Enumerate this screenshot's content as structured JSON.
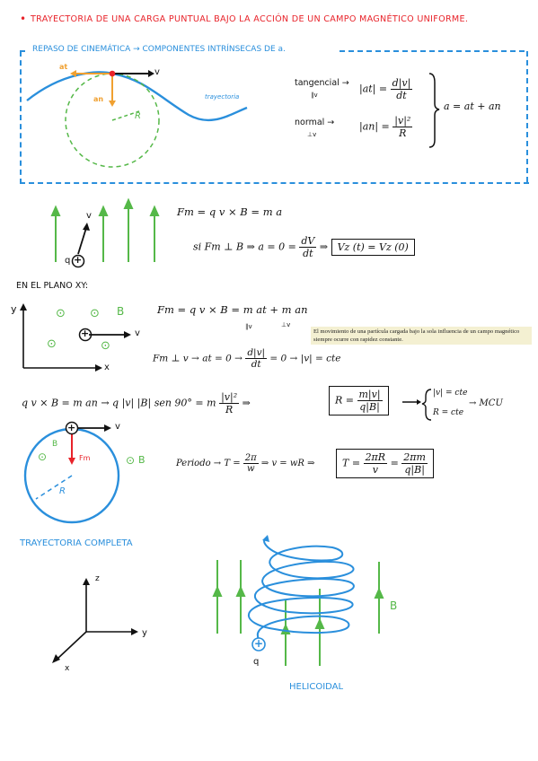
{
  "header": {
    "bullet": "•",
    "title": "TRAYECTORIA DE UNA CARGA PUNTUAL BAJO LA ACCIÓN DE UN CAMPO MAGNÉTICO UNIFORME."
  },
  "review": {
    "title": "REPASO DE CINEMÁTICA → COMPONENTES INTRÍNSECAS DE a.",
    "label_at": "at",
    "label_an": "an",
    "label_v": "v",
    "label_R": "R",
    "label_trajectory": "trayectoria",
    "tangential_word": "tangencial →",
    "tangential_sub": "∥v",
    "tangential_lhs": "|at| =",
    "tangential_num": "d|v|",
    "tangential_den": "dt",
    "normal_word": "normal →",
    "normal_sub": "⊥v",
    "normal_lhs": "|an| =",
    "normal_num": "|v|²",
    "normal_den": "R",
    "sum": "a = at + an"
  },
  "section2": {
    "label_v": "v",
    "label_q": "q",
    "charge": "+",
    "eq1": "Fm = q v × B = m a",
    "eq2_pre": "si  Fm ⊥ B ⇒ a = 0 =",
    "eq2_num": "dV",
    "eq2_den": "dt",
    "eq2_arrow": "⇒",
    "eq2_box": "Vz (t) = Vz (0)"
  },
  "plane": {
    "title": "EN EL PLANO XY:",
    "axis_y": "y",
    "axis_x": "x",
    "dot": "⊙",
    "label_B": "B",
    "label_v": "v",
    "charge": "+",
    "eq1": "Fm = q v × B = m at + m an",
    "sub1": "∥v",
    "sub2": "⊥v",
    "note": "El movimiento de una partícula cargada bajo la sola influencia de un campo magnético siempre ocurre con rapidez constante.",
    "eq2_pre": "Fm ⊥ v → at = 0 →",
    "eq2_num": "d|v|",
    "eq2_den": "dt",
    "eq2_post": "= 0 → |v| = cte"
  },
  "circular": {
    "eq_pre": "q v × B = m an → q |v| |B| sen 90° = m",
    "eq_num": "|v|²",
    "eq_den": "R",
    "eq_arrow": "⇒",
    "box_lhs": "R =",
    "box_num": "m|v|",
    "box_den": "q|B|",
    "result1": "|v| = cte",
    "result2": "R = cte",
    "result_arrow": "→ MCU",
    "label_B": "B",
    "label_Fm": "Fm",
    "label_R": "R",
    "label_v": "v",
    "charge": "+",
    "dot": "⊙",
    "period_pre": "Periodo → T =",
    "period_num": "2π",
    "period_den": "w",
    "period_mid": "⇒  v = wR ⇒",
    "box2_lhs": "T =",
    "box2_num1": "2πR",
    "box2_den1": "v",
    "box2_eq": "=",
    "box2_num2": "2πm",
    "box2_den2": "q|B|"
  },
  "complete": {
    "title": "TRAYECTORIA COMPLETA",
    "axis_z": "z",
    "axis_y": "y",
    "axis_x": "x",
    "label_B": "B",
    "label_q": "q",
    "charge": "+",
    "caption": "HELICOIDAL"
  }
}
